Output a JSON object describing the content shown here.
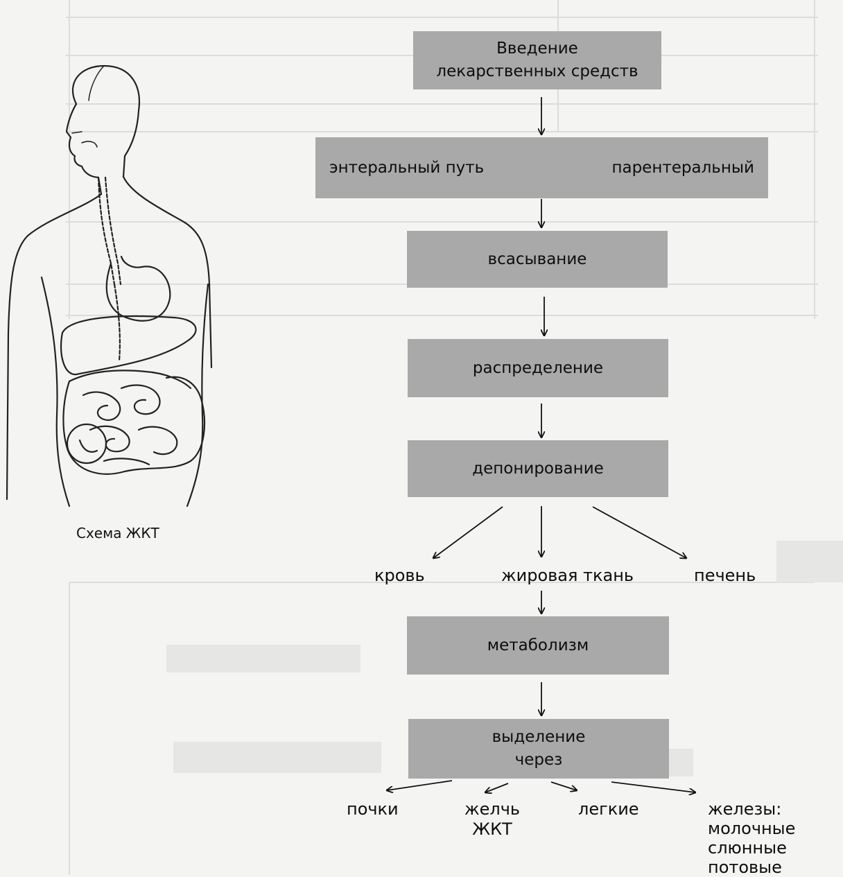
{
  "flow": {
    "administration": "Введение\nлекарственных средств",
    "enteral": "энтеральный путь",
    "parenteral": "парентеральный",
    "absorption": "всасывание",
    "distribution": "распределение",
    "deposition": "депонирование",
    "depot_blood": "кровь",
    "depot_fat": "жировая ткань",
    "depot_liver": "печень",
    "metabolism": "метаболизм",
    "excretion": "выделение\nчерез",
    "exc_kidneys": "почки",
    "exc_bile": "желчь\nЖКТ",
    "exc_lungs": "легкие",
    "exc_glands": "железы:\nмолочные\nслюнные\nпотовые"
  },
  "illustration": {
    "caption": "Схема ЖКТ"
  },
  "colors": {
    "box_fill": "#a9a9a9",
    "paper": "#f4f4f2",
    "ink": "#111111"
  }
}
